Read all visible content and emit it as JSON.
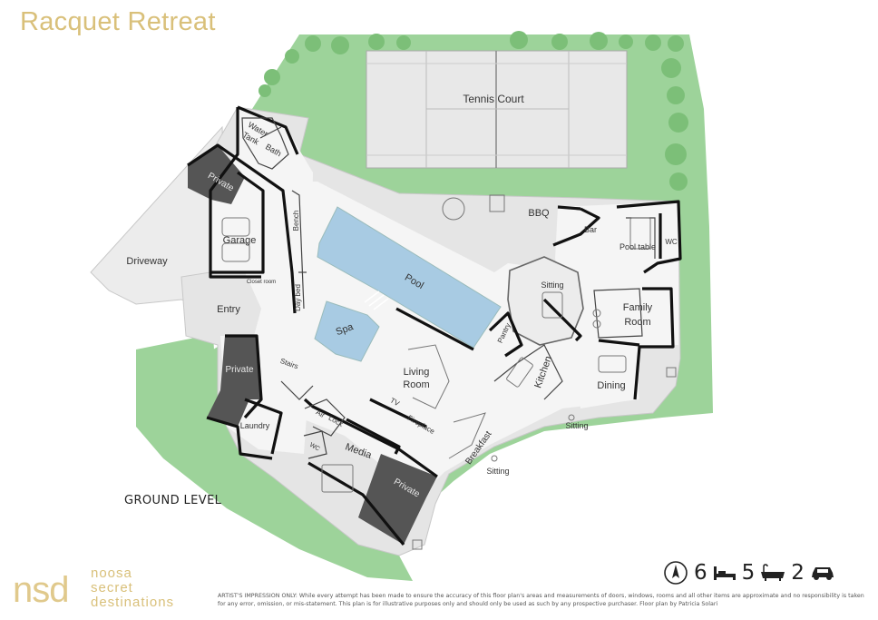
{
  "title": "Racquet Retreat",
  "level_label": "GROUND LEVEL",
  "rooms": {
    "tennis": "Tennis Court",
    "bbq": "BBQ",
    "water_tank_1": "Water",
    "water_tank_2": "Tank",
    "bath": "Bath",
    "private_top": "Private",
    "garage": "Garage",
    "bench": "Bench",
    "driveway": "Driveway",
    "closet": "Closet room",
    "entry": "Entry",
    "day_bed": "Day bed",
    "pool": "Pool",
    "spa": "Spa",
    "bar": "Bar",
    "pool_table": "Pool table",
    "wc_right": "WC",
    "sitting_1": "Sitting",
    "family_1": "Family",
    "family_2": "Room",
    "pantry": "Pantry",
    "kitchen": "Kitchen",
    "dining": "Dining",
    "living_1": "Living",
    "living_2": "Room",
    "private_left": "Private",
    "stairs": "Stairs",
    "air_1": "Air",
    "air_2": "Lock",
    "tv": "TV",
    "fireplace": "Fireplace",
    "laundry": "Laundry",
    "wc_small": "WC",
    "media": "Media",
    "breakfast": "Breakfast",
    "sitting_2": "Sitting",
    "sitting_3": "Sitting",
    "private_bottom": "Private"
  },
  "logo": {
    "mark": "nsd",
    "line1": "noosa",
    "line2": "secret",
    "line3": "destinations"
  },
  "disclaimer": "ARTIST'S IMPRESSION ONLY: While every attempt has been made to ensure the accuracy of this floor plan's areas and measurements of doors, windows, rooms and all other items are approximate and no responsibility is taken for any error, omission, or mis-statement. This plan is for illustrative purposes only and should only be used as such by any prospective purchaser. Floor plan by Patricia Solari",
  "counts": {
    "bedrooms": "6",
    "bathrooms": "5",
    "cars": "2"
  },
  "icons": [
    "compass-icon",
    "bed-icon",
    "bath-icon",
    "car-icon"
  ],
  "colors": {
    "lawn": "#9dd39a",
    "deck": "#e5e5e5",
    "floor": "#f4f4f4",
    "water": "#a8cbe3",
    "private": "#555555",
    "walls": "#111111",
    "title": "#d9c07a"
  }
}
